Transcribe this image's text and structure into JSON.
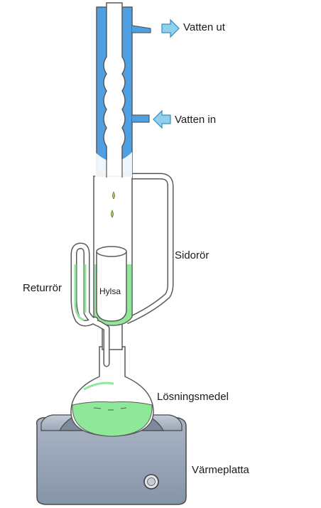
{
  "labels": {
    "water_out": "Vatten ut",
    "water_in": "Vatten in",
    "side_tube": "Sidorör",
    "return_tube": "Returrör",
    "thimble": "Hylsa",
    "solvent": "Lösningsmedel",
    "hot_plate": "Värmeplatta"
  },
  "colors": {
    "cooling_water": "#4f9fe3",
    "solvent_liquid": "#8fe89a",
    "arrow_fill": "#8fd0ee",
    "glass_outline": "#6b6b6b",
    "hot_plate": "#a8b4c4",
    "hot_plate_dark": "#7f8da0",
    "drop": "#a6c96a"
  }
}
